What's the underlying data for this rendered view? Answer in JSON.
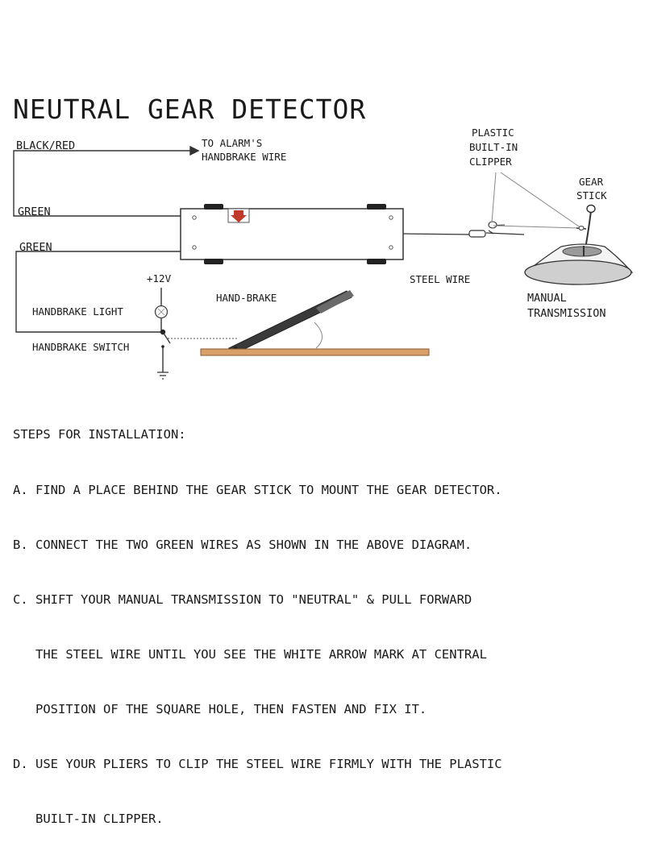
{
  "title": "NEUTRAL GEAR DETECTOR",
  "labels": {
    "black_red": "BLACK/RED",
    "alarm_line1": "TO ALARM'S",
    "alarm_line2": "HANDBRAKE WIRE",
    "green_top": "GREEN",
    "green_bottom": "GREEN",
    "plus12v": "+12V",
    "handbrake_light": "HANDBRAKE LIGHT",
    "handbrake_switch": "HANDBRAKE SWITCH",
    "hand_brake": "HAND-BRAKE",
    "steel_wire": "STEEL WIRE",
    "plastic_line1": "PLASTIC",
    "plastic_line2": "BUILT-IN",
    "plastic_line3": "CLIPPER",
    "gear_line1": "GEAR",
    "gear_line2": "STICK",
    "manual_line1": "MANUAL",
    "manual_line2": "TRANSMISSION"
  },
  "steps": {
    "heading": "STEPS FOR INSTALLATION:",
    "lines": [
      "A. FIND A PLACE BEHIND THE GEAR STICK TO MOUNT THE GEAR DETECTOR.",
      "B. CONNECT THE TWO GREEN WIRES AS SHOWN IN THE ABOVE DIAGRAM.",
      "C. SHIFT YOUR MANUAL TRANSMISSION TO \"NEUTRAL\" & PULL FORWARD",
      "   THE STEEL WIRE UNTIL YOU SEE THE WHITE ARROW MARK AT CENTRAL",
      "   POSITION OF THE SQUARE HOLE, THEN FASTEN AND FIX IT.",
      "D. USE YOUR PLIERS TO CLIP THE STEEL WIRE FIRMLY WITH THE PLASTIC",
      "   BUILT-IN CLIPPER."
    ]
  },
  "colors": {
    "wire": "#333333",
    "arrow_mark": "#c0392b",
    "floor_board": "#d9a06a",
    "floor_border": "#8a5a30"
  }
}
